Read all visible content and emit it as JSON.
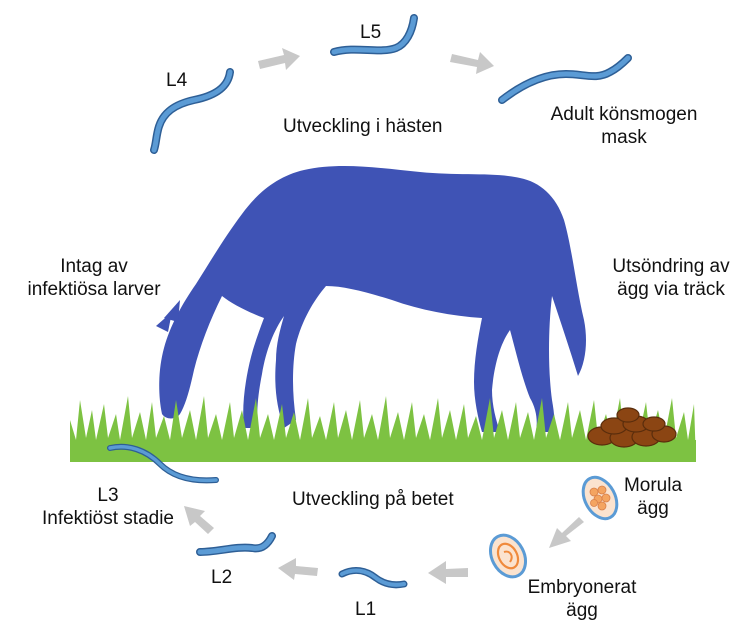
{
  "labels": {
    "l4": "L4",
    "l5": "L5",
    "dev_horse": "Utveckling i hästen",
    "adult_1": "Adult könsmogen",
    "adult_2": "mask",
    "intake_1": "Intag av",
    "intake_2": "infektiösa larver",
    "excretion_1": "Utsöndring av",
    "excretion_2": "ägg via träck",
    "l3": "L3",
    "l3_sub": "Infektiöst stadie",
    "dev_pasture": "Utveckling på betet",
    "morula_1": "Morula",
    "morula_2": "ägg",
    "l2": "L2",
    "l1": "L1",
    "embryo_1": "Embryonerat",
    "embryo_2": "ägg"
  },
  "colors": {
    "horse": "#3f53b5",
    "worm": "#5b9bd5",
    "worm_outline": "#2e5f96",
    "grass": "#7dc242",
    "arrow": "#c8c8c8",
    "feces": "#8b4513",
    "egg_fill": "#fbe3cf",
    "egg_outline": "#5b9bd5",
    "egg_inner": "#f4a460"
  },
  "icons": [
    "horse-silhouette",
    "grass",
    "feces-pile",
    "worm-icon",
    "egg-icon",
    "arrow-icon"
  ]
}
